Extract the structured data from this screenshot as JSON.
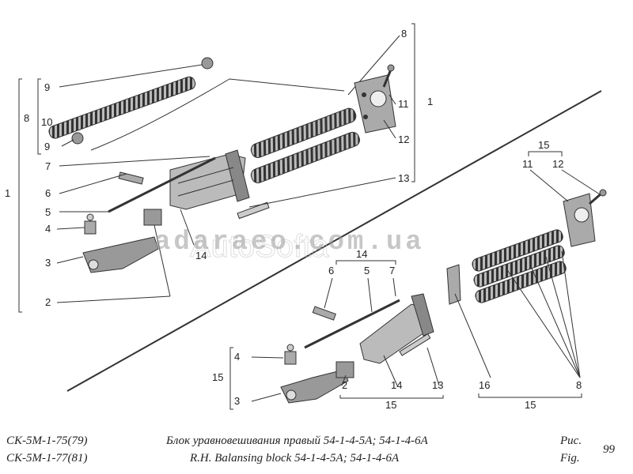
{
  "watermark": {
    "main": "adaraeo.com.ua",
    "ghost": "AutoSofta"
  },
  "callouts": {
    "top": {
      "c8a": "8",
      "c1a": "1",
      "c11a": "11",
      "c12a": "12",
      "c13a": "13",
      "c9a": "9",
      "c8b": "8",
      "c10": "10",
      "c9b": "9",
      "c7a": "7",
      "c1b": "1",
      "c6a": "6",
      "c5a": "5",
      "c4a": "4",
      "c3a": "3",
      "c14a": "14",
      "c2a": "2"
    },
    "right": {
      "c15a": "15",
      "c11b": "11",
      "c12b": "12"
    },
    "bottom": {
      "c14b": "14",
      "c6b": "6",
      "c5b": "5",
      "c7b": "7",
      "c4b": "4",
      "c15b": "15",
      "c3b": "3",
      "c2b": "2",
      "c14c": "14",
      "c13b": "13",
      "c15c": "15",
      "c16": "16",
      "c8c": "8",
      "c15d": "15"
    }
  },
  "footer": {
    "code1": "СК-5М-1-75(79)",
    "code2": "СК-5М-1-77(81)",
    "title_ru": "Блок уравновешивания правый 54-1-4-5А; 54-1-4-6А",
    "title_en": "R.H. Balansing block 54-1-4-5A; 54-1-4-6A",
    "fig_ru": "Рис.",
    "fig_en": "Fig.",
    "fig_num": "99"
  }
}
